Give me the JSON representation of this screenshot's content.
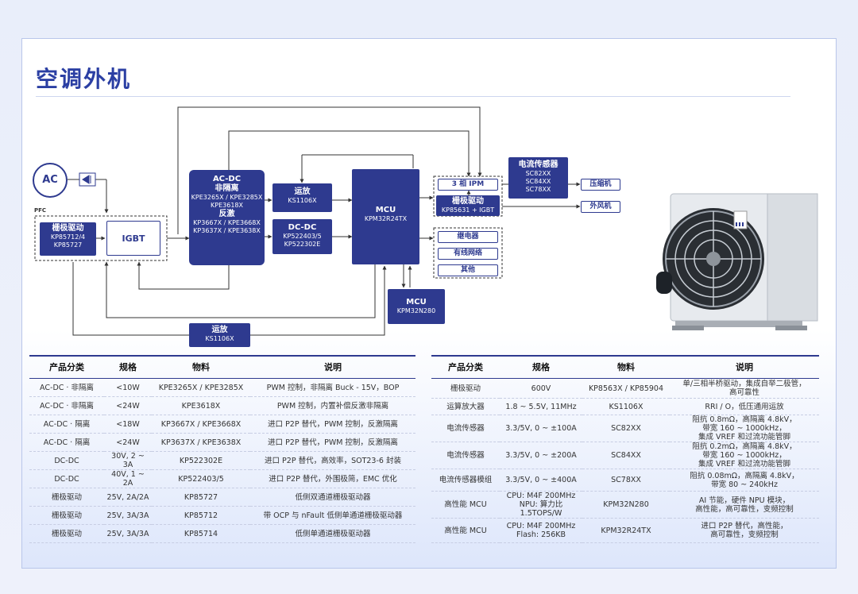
{
  "title": "空调外机",
  "diagram": {
    "ac": "AC",
    "pfc": "PFC",
    "gate_driver_left": {
      "title": "栅极驱动",
      "parts": "KP85712/4\nKP85727"
    },
    "igbt": "IGBT",
    "acdc": {
      "title1": "AC-DC",
      "title2": "非隔离",
      "parts1": "KPE3265X / KPE3285X",
      "parts1b": "KPE3618X",
      "title3": "反激",
      "parts2": "KP3667X / KPE3668X",
      "parts3": "KP3637X / KPE3638X"
    },
    "opamp_top": {
      "title": "运放",
      "part": "KS1106X"
    },
    "dcdc": {
      "title": "DC-DC",
      "part1": "KP522403/5",
      "part2": "KP522302E"
    },
    "mcu_main": {
      "title": "MCU",
      "part": "KPM32R24TX"
    },
    "mcu_sub": {
      "title": "MCU",
      "part": "KPM32N280"
    },
    "opamp_bottom": {
      "title": "运放",
      "part": "KS1106X"
    },
    "ipm": "3 相 IPM",
    "gate_driver_right": {
      "title": "栅极驱动",
      "part": "KP85631 + IGBT"
    },
    "current_sensor": {
      "title": "电流传感器",
      "parts": [
        "SC82XX",
        "SC84XX",
        "SC78XX"
      ]
    },
    "compressor": "压缩机",
    "fan": "外风机",
    "relay": "继电器",
    "wired_network": "有线网络",
    "other": "其他"
  },
  "table_left": {
    "headers": [
      "产品分类",
      "规格",
      "物料",
      "说明"
    ],
    "rows": [
      [
        "AC-DC · 非隔离",
        "<10W",
        "KPE3265X / KPE3285X",
        "PWM 控制，非隔离 Buck - 15V，BOP"
      ],
      [
        "AC-DC · 非隔离",
        "<24W",
        "KPE3618X",
        "PWM 控制，内置补偿反激非隔离"
      ],
      [
        "AC-DC · 隔离",
        "<18W",
        "KP3667X / KPE3668X",
        "进口 P2P 替代，PWM 控制，反激隔离"
      ],
      [
        "AC-DC · 隔离",
        "<24W",
        "KP3637X / KPE3638X",
        "进口 P2P 替代，PWM 控制，反激隔离"
      ],
      [
        "DC-DC",
        "30V, 2 ~ 3A",
        "KP522302E",
        "进口 P2P 替代，高效率，SOT23-6 封装"
      ],
      [
        "DC-DC",
        "40V, 1 ~ 2A",
        "KP522403/5",
        "进口 P2P 替代，外围极简，EMC 优化"
      ],
      [
        "栅极驱动",
        "25V, 2A/2A",
        "KP85727",
        "低侧双通道栅极驱动器"
      ],
      [
        "栅极驱动",
        "25V, 3A/3A",
        "KP85712",
        "带 OCP 与 nFault 低侧单通道栅极驱动器"
      ],
      [
        "栅极驱动",
        "25V, 3A/3A",
        "KP85714",
        "低侧单通道栅极驱动器"
      ]
    ]
  },
  "table_right": {
    "headers": [
      "产品分类",
      "规格",
      "物料",
      "说明"
    ],
    "rows": [
      [
        "栅极驱动",
        "600V",
        "KP8563X / KP85904",
        "单/三相半桥驱动，集成自举二极管，\n高可靠性"
      ],
      [
        "运算放大器",
        "1.8 ~ 5.5V, 11MHz",
        "KS1106X",
        "RRI / O，低压通用运放"
      ],
      [
        "电流传感器",
        "3.3/5V, 0 ~ ±100A",
        "SC82XX",
        "阻抗 0.8mΩ，高隔离 4.8kV，\n带宽 160 ~ 1000kHz，\n集成 VREF 和过流功能管脚"
      ],
      [
        "电流传感器",
        "3.3/5V, 0 ~ ±200A",
        "SC84XX",
        "阻抗 0.2mΩ，高隔离 4.8kV，\n带宽 160 ~ 1000kHz，\n集成 VREF 和过流功能管脚"
      ],
      [
        "电流传感器模组",
        "3.3/5V, 0 ~ ±400A",
        "SC78XX",
        "阻抗 0.08mΩ，高隔离 4.8kV，\n带宽 80 ~ 240kHz"
      ],
      [
        "高性能 MCU",
        "CPU: M4F 200MHz\nNPU: 算力比 1.5TOPS/W",
        "KPM32N280",
        "AI 节能，硬件 NPU 模块，\n高性能，高可靠性，变频控制"
      ],
      [
        "高性能 MCU",
        "CPU: M4F 200MHz\nFlash: 256KB",
        "KPM32R24TX",
        "进口 P2P 替代，高性能，\n高可靠性，变频控制"
      ]
    ]
  }
}
